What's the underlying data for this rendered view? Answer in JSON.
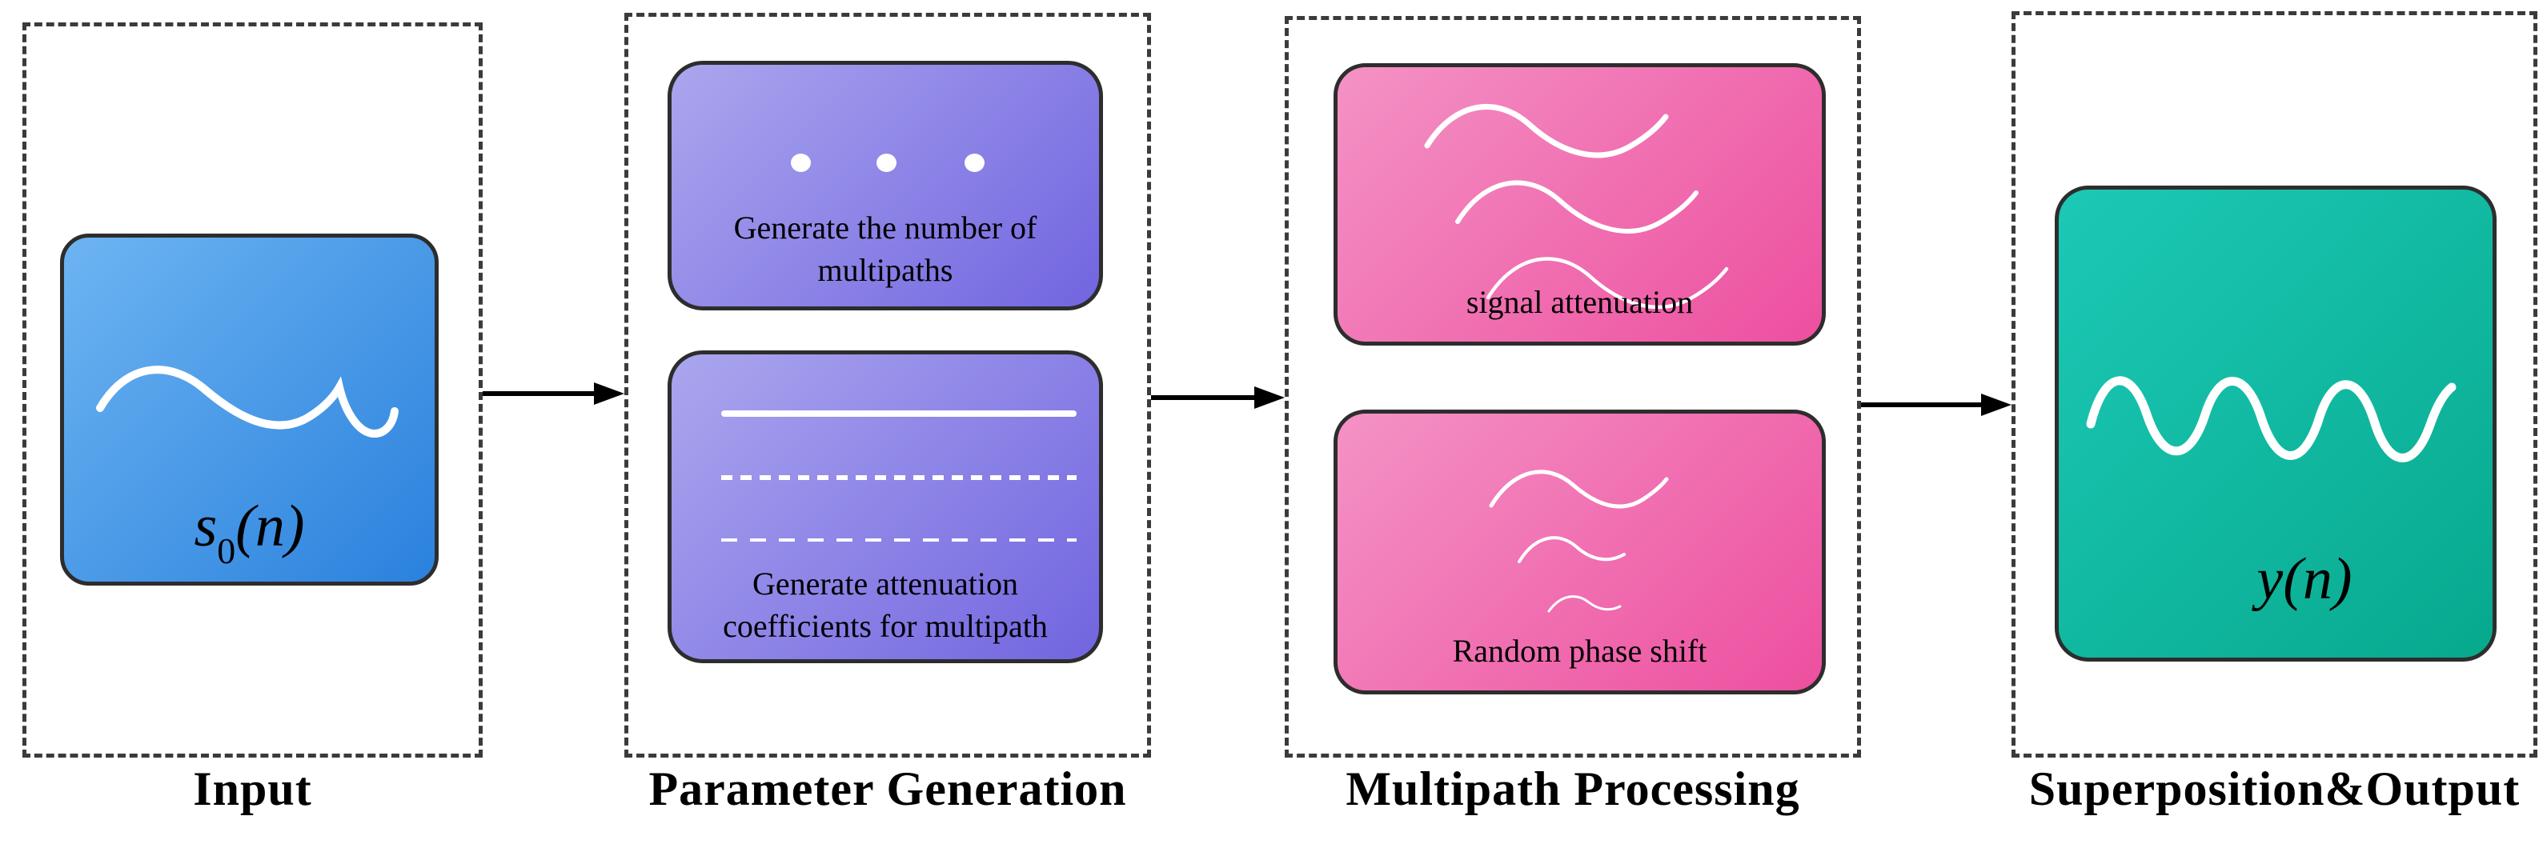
{
  "figure": {
    "title": "Multipath signal simulation pipeline",
    "background": "#ffffff"
  },
  "colors": {
    "dashed_container_border": "#3b3b3b",
    "card_border": "#2d2d2d",
    "arrow": "#000000",
    "text": "#000000",
    "glyph_stroke": "#ffffff",
    "input_card_gradient": [
      "#6db4f2",
      "#2a81dd"
    ],
    "parameter_card_gradient": [
      "#aba6ee",
      "#7165e0"
    ],
    "multipath_card_gradient": [
      "#f492c5",
      "#ed4f9f"
    ],
    "output_card_gradient": [
      "#1cc9b6",
      "#07a98d"
    ]
  },
  "stages": [
    {
      "label": "Input",
      "card": {
        "icon": "input-wave-icon",
        "formula": {
          "base": "s",
          "sub": "0",
          "args": "(n)"
        }
      }
    },
    {
      "label": "Parameter Generation",
      "cards": [
        {
          "icon": "ellipsis-dots-icon",
          "caption_lines": [
            "Generate the number of",
            "multipaths"
          ]
        },
        {
          "icon": "coefficient-lines-icon",
          "caption_lines": [
            "Generate attenuation",
            "coefficients for multipath"
          ]
        }
      ]
    },
    {
      "label": "Multipath Processing",
      "cards": [
        {
          "icon": "stacked-waves-icon",
          "caption": "signal attenuation"
        },
        {
          "icon": "fading-waves-icon",
          "caption": "Random phase shift"
        }
      ]
    },
    {
      "label": "Superposition&Output",
      "card": {
        "icon": "output-sine-wave-icon",
        "formula": {
          "base": "y",
          "args": "(n)"
        }
      }
    }
  ],
  "arrows": [
    {
      "from": "Input",
      "to": "Parameter Generation"
    },
    {
      "from": "Parameter Generation",
      "to": "Multipath Processing"
    },
    {
      "from": "Multipath Processing",
      "to": "Superposition&Output"
    }
  ]
}
